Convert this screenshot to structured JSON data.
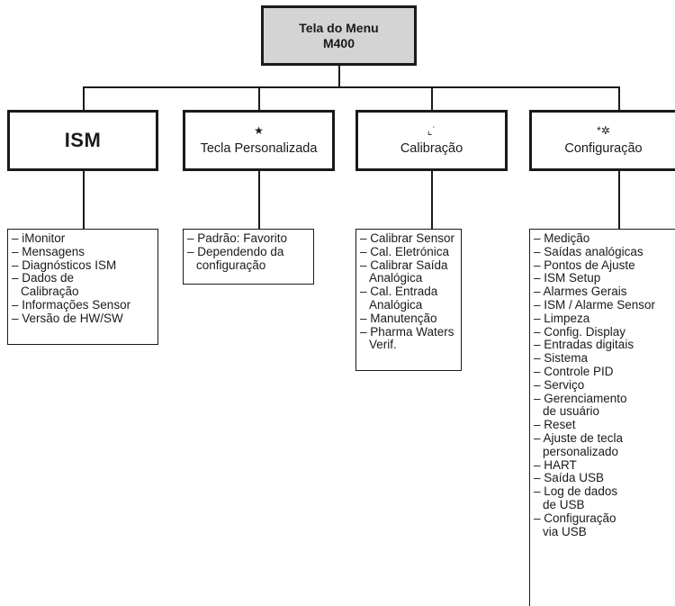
{
  "root": {
    "line1": "Tela do Menu",
    "line2": "M400"
  },
  "categories": [
    {
      "label": "ISM",
      "icon": ""
    },
    {
      "label": "Tecla Personalizada",
      "icon": "★"
    },
    {
      "label": "Calibração",
      "icon": "⌞˙"
    },
    {
      "label": "Configuração",
      "icon": "*✲"
    }
  ],
  "lists": {
    "ism": [
      {
        "t": "– iMonitor"
      },
      {
        "t": "– Mensagens"
      },
      {
        "t": "– Diagnósticos ISM"
      },
      {
        "t": "– Dados de",
        "cont": "Calibração"
      },
      {
        "t": "– Informações Sensor"
      },
      {
        "t": "– Versão de HW/SW"
      }
    ],
    "tecla": [
      {
        "t": "– Padrão: Favorito"
      },
      {
        "t": "– Dependendo da",
        "cont": "configuração"
      }
    ],
    "calibracao": [
      {
        "t": "– Calibrar Sensor"
      },
      {
        "t": "– Cal. Eletrónica"
      },
      {
        "t": "– Calibrar Saída",
        "cont": "Analógica"
      },
      {
        "t": "– Cal. Entrada",
        "cont": "Analógica"
      },
      {
        "t": "– Manutenção"
      },
      {
        "t": "– Pharma Waters",
        "cont": "Verif."
      }
    ],
    "configuracao": [
      {
        "t": "– Medição"
      },
      {
        "t": "– Saídas analógicas"
      },
      {
        "t": "– Pontos de Ajuste"
      },
      {
        "t": "– ISM Setup"
      },
      {
        "t": "– Alarmes Gerais"
      },
      {
        "t": "– ISM / Alarme Sensor"
      },
      {
        "t": "– Limpeza"
      },
      {
        "t": "– Config. Display"
      },
      {
        "t": "– Entradas digitais"
      },
      {
        "t": "– Sistema"
      },
      {
        "t": "– Controle PID"
      },
      {
        "t": "– Serviço"
      },
      {
        "t": "– Gerenciamento",
        "cont": "de usuário"
      },
      {
        "t": "– Reset"
      },
      {
        "t": "– Ajuste de tecla",
        "cont": "personalizado"
      },
      {
        "t": "– HART"
      },
      {
        "t": "– Saída USB"
      },
      {
        "t": "– Log de dados",
        "cont": "de USB"
      },
      {
        "t": "– Configuração",
        "cont": "via USB"
      }
    ]
  }
}
